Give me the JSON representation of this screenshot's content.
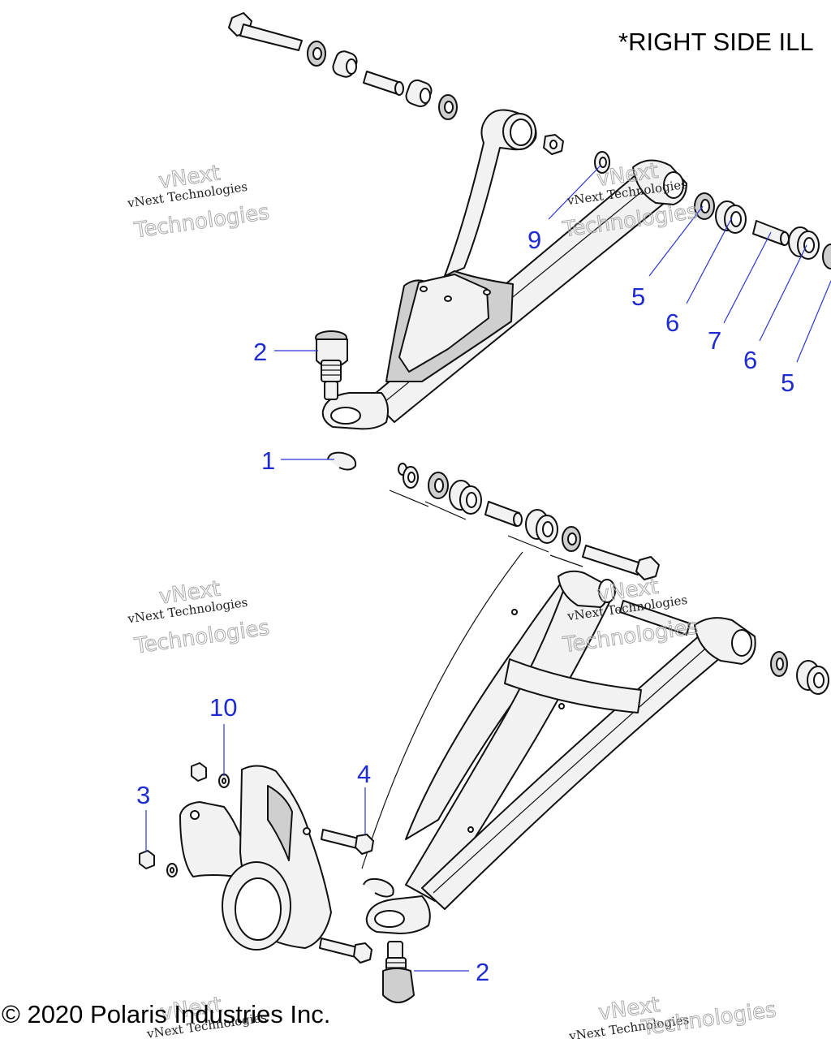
{
  "header": {
    "title": "*RIGHT SIDE ILL"
  },
  "footer": {
    "copyright": "© 2020 Polaris Industries Inc."
  },
  "watermark": {
    "line1": "vNext Technologies",
    "outline1": "vNext",
    "outline2": "Technologies"
  },
  "callouts": {
    "c1": "1",
    "c2_upper": "2",
    "c2_lower": "2",
    "c3": "3",
    "c4": "4",
    "c5_left": "5",
    "c5_right": "5",
    "c6_left": "6",
    "c6_right": "6",
    "c7": "7",
    "c9": "9",
    "c10": "10"
  },
  "colors": {
    "callout": "#1f2ccf",
    "line": "#111111",
    "part_fill": "#f2f2f2"
  }
}
